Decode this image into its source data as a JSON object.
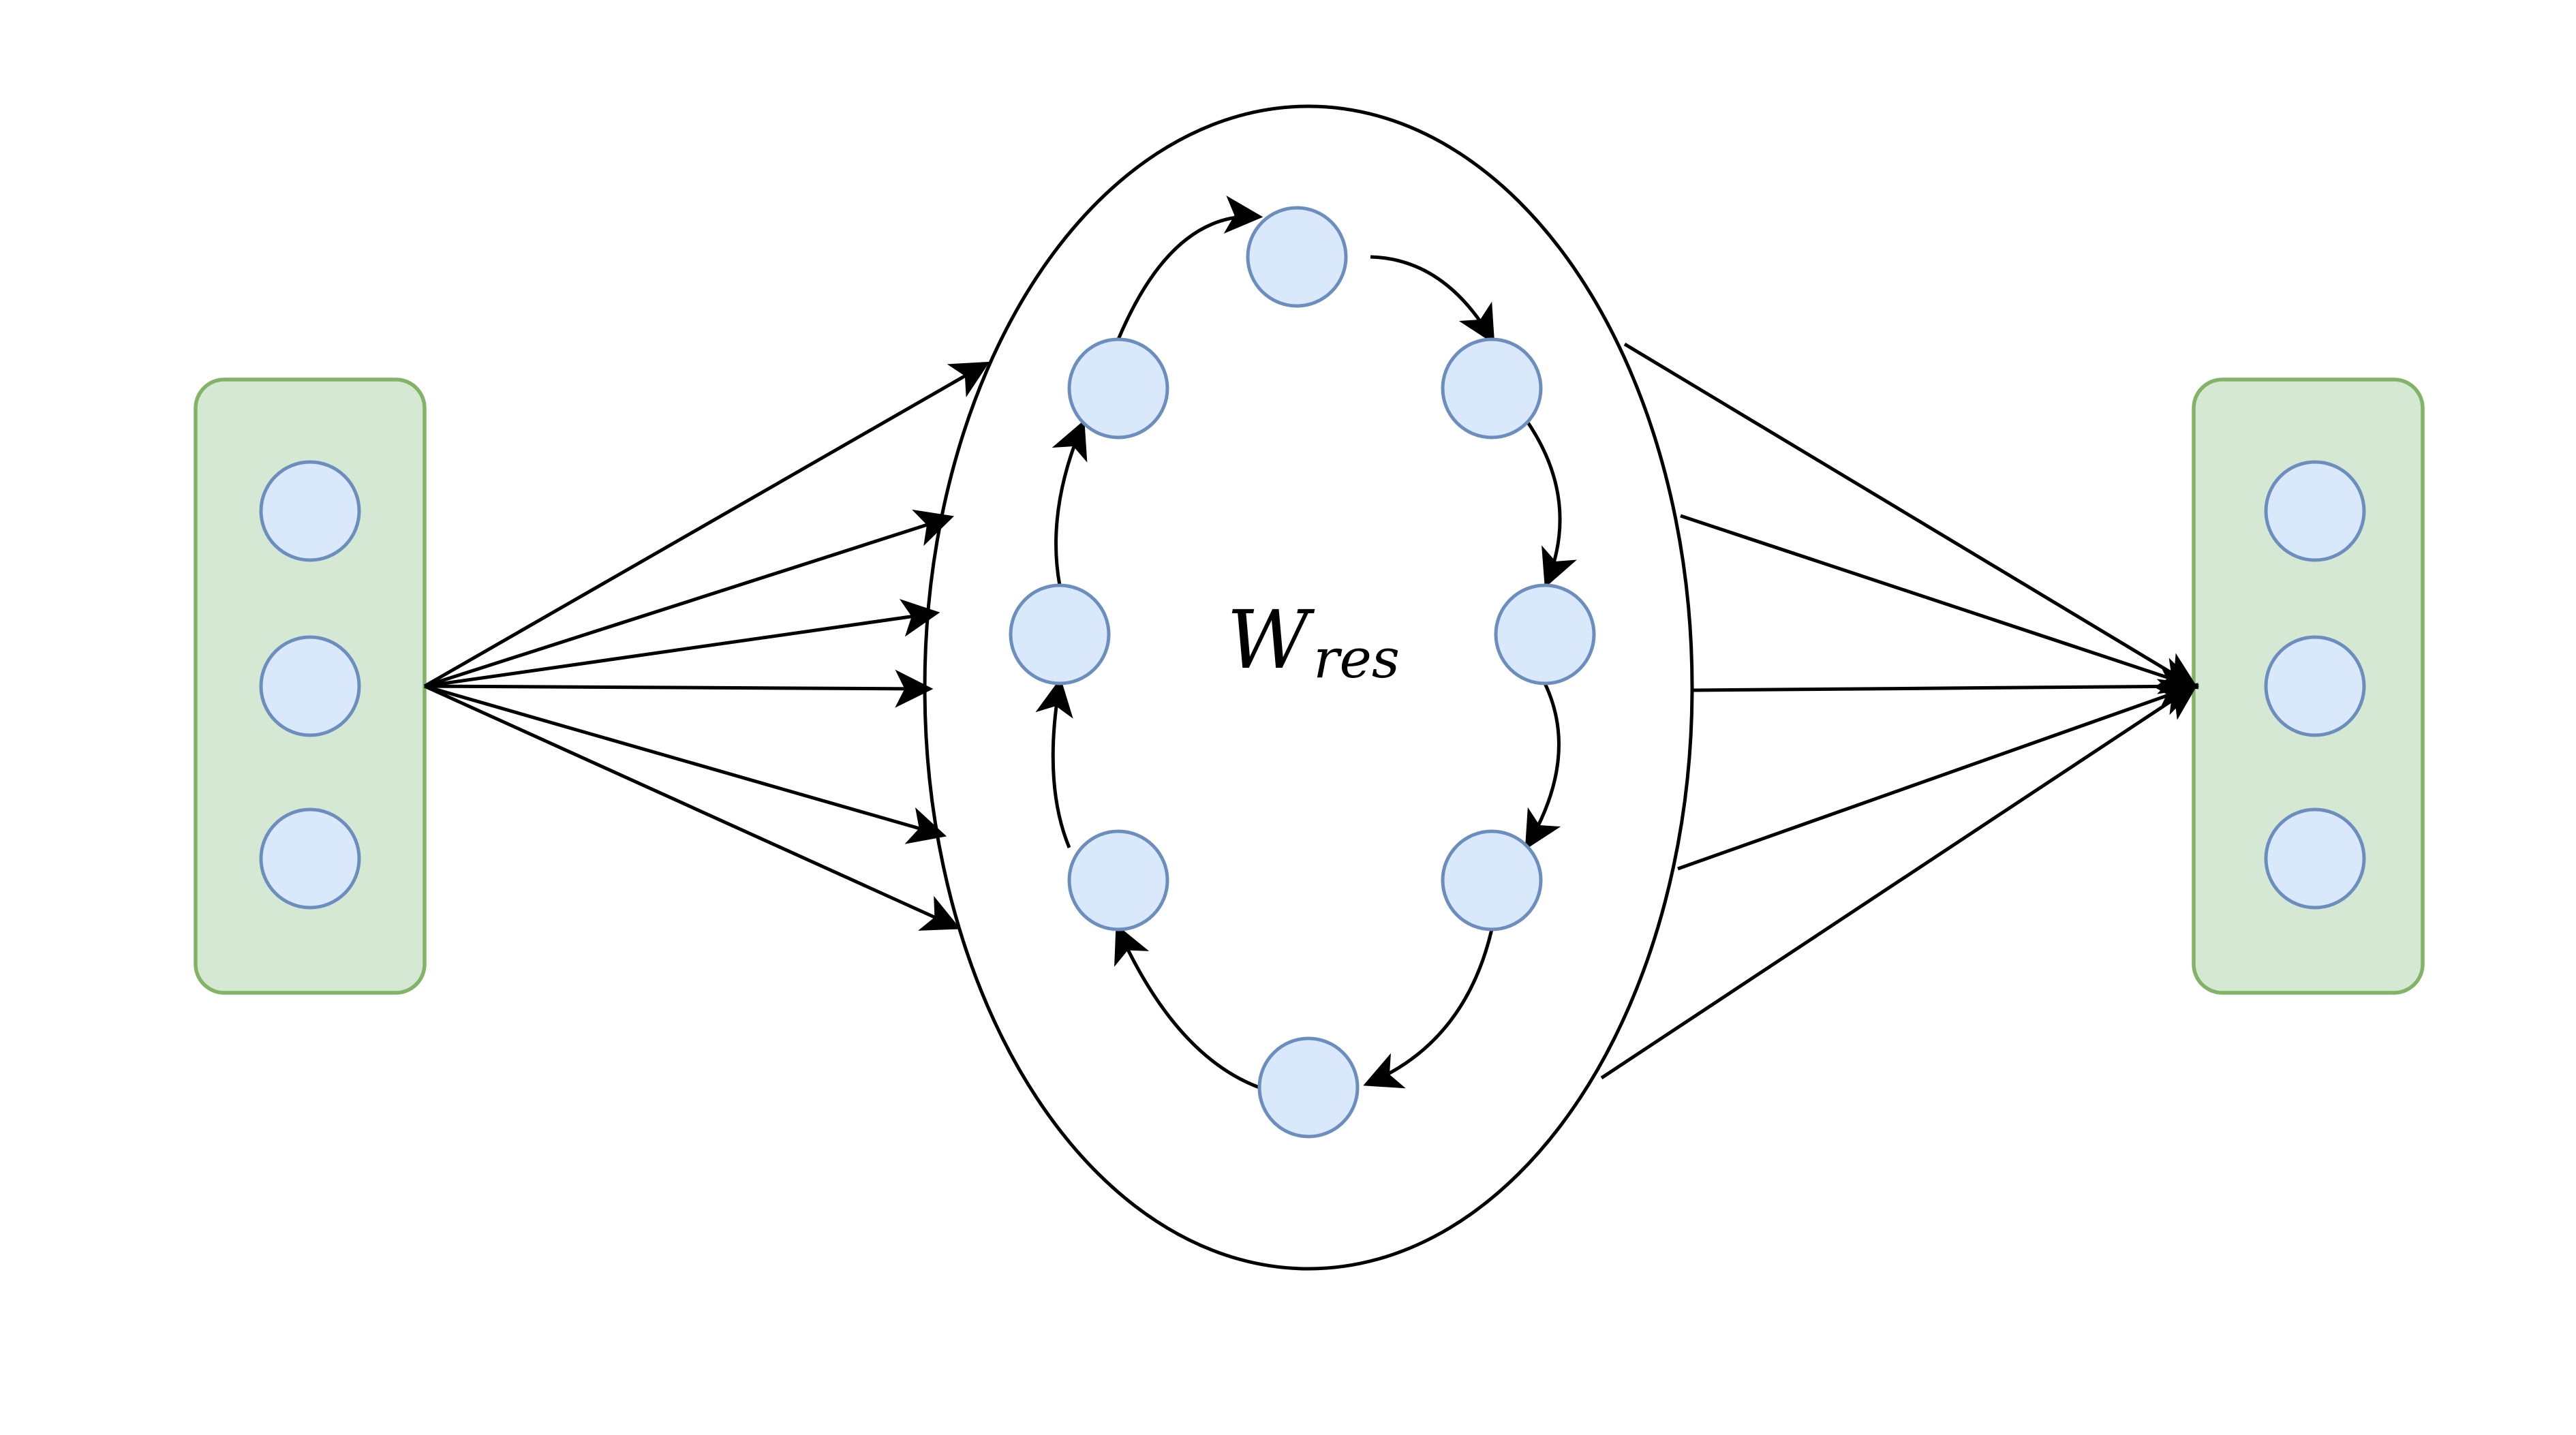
{
  "diagram": {
    "title": "",
    "reservoir_label": {
      "main": "W",
      "subscript": "res"
    },
    "input_layer": {
      "node_count": 3
    },
    "output_layer": {
      "node_count": 3
    },
    "reservoir_nodes": {
      "node_count": 8
    },
    "input_connections": 6,
    "output_connections": 5,
    "reservoir_cycle_edges": 8,
    "colors": {
      "panel_fill": "#d5e8d4",
      "panel_stroke": "#82b366",
      "node_fill": "#dae8fc",
      "node_stroke": "#6c8ebf",
      "edge": "#000000"
    }
  }
}
